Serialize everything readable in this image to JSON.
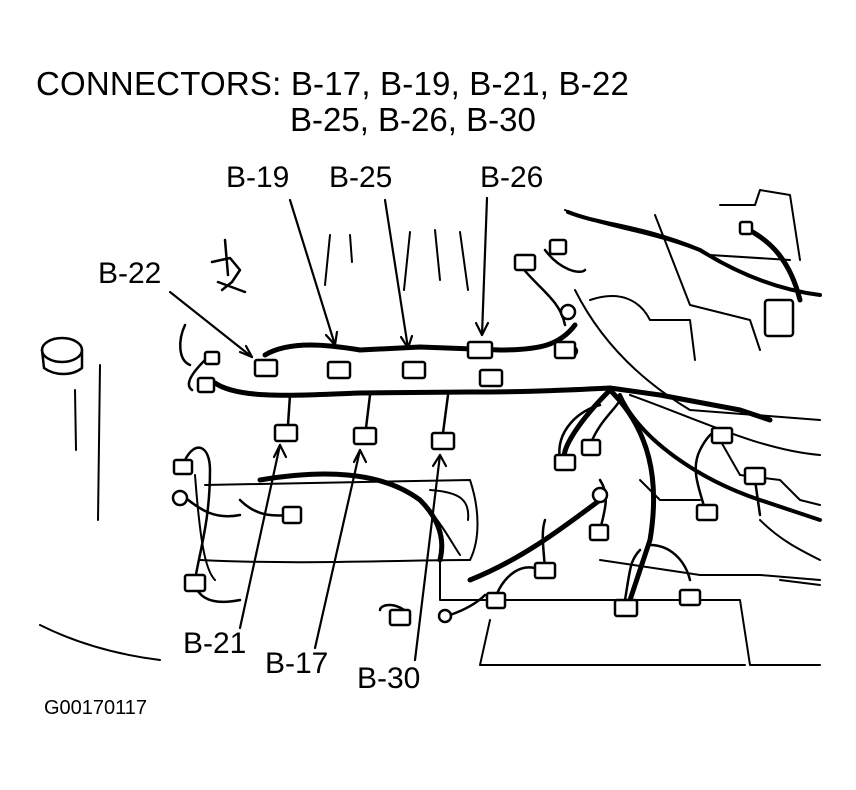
{
  "header": {
    "line1": "CONNECTORS: B-17, B-19, B-21, B-22",
    "line2": "B-25, B-26, B-30"
  },
  "callouts": {
    "b22": "B-22",
    "b19": "B-19",
    "b25": "B-25",
    "b26": "B-26",
    "b21": "B-21",
    "b17": "B-17",
    "b30": "B-30"
  },
  "figure_id": "G00170117"
}
